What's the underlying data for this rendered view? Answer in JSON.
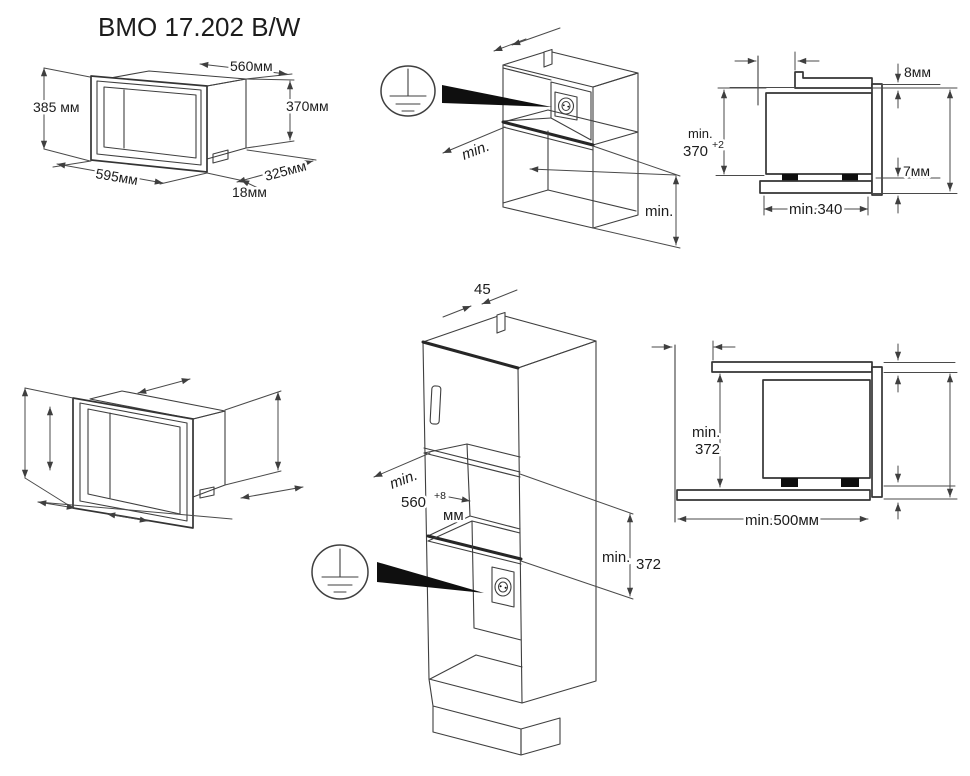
{
  "title": "BMO 17.202 B/W",
  "colors": {
    "background": "#ffffff",
    "line": "#3f3f3f",
    "text": "#1c1c1c",
    "accent_black": "#0f0f0f"
  },
  "top_left_oven": {
    "width_top": "560мм",
    "height_left": "385 мм",
    "height_right": "370мм",
    "width_front": "595мм",
    "depth": "325мм",
    "frame_offset": "18мм"
  },
  "top_middle_cabinet": {
    "ground_icon": "earth-ground-symbol",
    "socket_icon": "power-socket",
    "depth_min": "min.",
    "height_min": "min."
  },
  "top_right_view": {
    "gap_top": "8мм",
    "niche_height_prefix": "min.",
    "niche_height_value": "370",
    "niche_height_tolerance": "+2",
    "gap_bottom": "7мм",
    "depth_min": "min.340"
  },
  "bottom_middle_cabinet": {
    "wall_gap": "45",
    "ground_icon": "earth-ground-symbol",
    "socket_icon": "power-socket",
    "depth_prefix": "min.",
    "width_value": "560",
    "width_tolerance": "+8",
    "width_unit": "мм",
    "height_prefix": "min.",
    "height_value": "372"
  },
  "bottom_right_view": {
    "niche_height_prefix": "min.",
    "niche_height_value": "372",
    "depth_min": "min.500мм"
  }
}
